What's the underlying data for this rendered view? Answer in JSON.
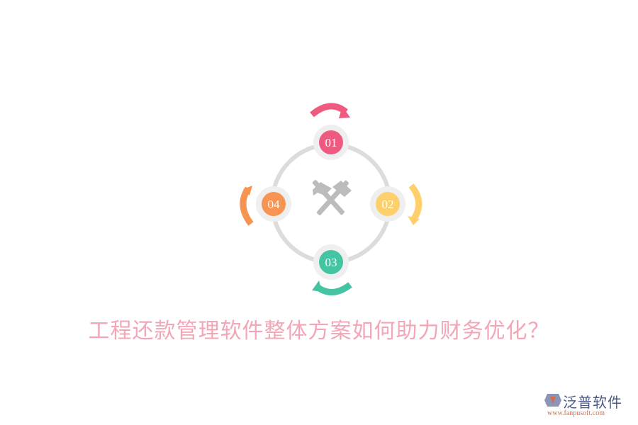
{
  "diagram": {
    "type": "cycle",
    "center_icon": "hammer-crossed-icon",
    "ring_color": "#dcdcdc",
    "nodes": [
      {
        "label": "01",
        "color": "#ee5a80",
        "position": "top"
      },
      {
        "label": "02",
        "color": "#fdd06b",
        "position": "right"
      },
      {
        "label": "03",
        "color": "#44c4a2",
        "position": "bottom"
      },
      {
        "label": "04",
        "color": "#f79452",
        "position": "left"
      }
    ]
  },
  "title": "工程还款管理软件整体方案如何助力财务优化？",
  "logo": {
    "name": "泛普软件",
    "url": "www.fanpusoft.com"
  }
}
